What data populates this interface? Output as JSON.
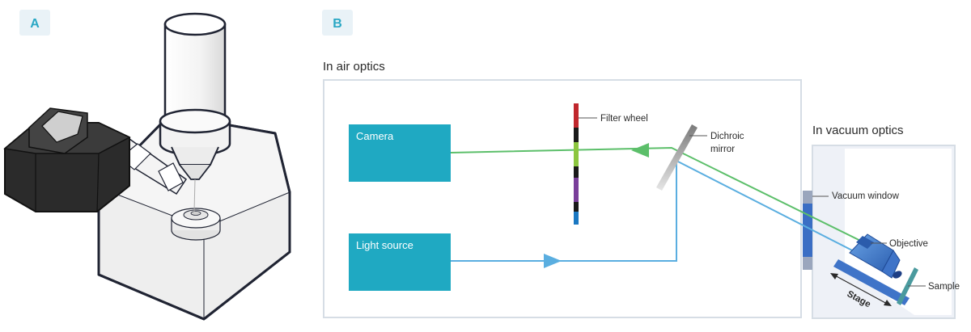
{
  "panels": {
    "a": {
      "label": "A"
    },
    "b": {
      "label": "B"
    }
  },
  "sections": {
    "in_air": "In air optics",
    "in_vacuum": "In vacuum optics"
  },
  "components": {
    "camera": "Camera",
    "light_source": "Light source",
    "filter_wheel": "Filter wheel",
    "dichroic_line1": "Dichroic",
    "dichroic_line2": "mirror",
    "vacuum_window": "Vacuum window",
    "objective": "Objective",
    "sample": "Sample",
    "stage": "Stage"
  },
  "colors": {
    "accent": "#29a7c4",
    "box_fill": "#1fa9c2",
    "emission_beam": "#5cbf6a",
    "excitation_beam": "#5aaee0",
    "frame_border": "#d6dde5",
    "filter_segments": [
      "#c0272d",
      "#1a1a1a",
      "#8cc63f",
      "#1a1a1a",
      "#7a3f9a",
      "#1a1a1a",
      "#1a78c2"
    ]
  }
}
